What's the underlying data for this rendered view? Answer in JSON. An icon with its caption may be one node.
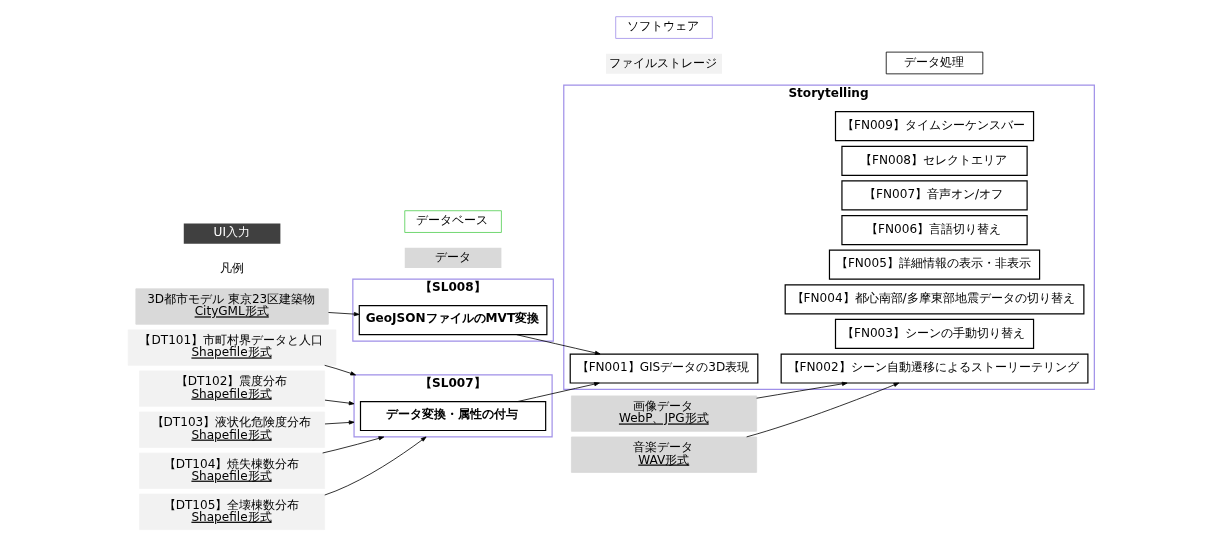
{
  "diagram": {
    "nodes": [
      {
        "text": [
          "【DT101】市町村界データと人口",
          "Shapefile形式"
        ]
      },
      {
        "text": [
          "【DT102】震度分布",
          "Shapefile形式"
        ]
      },
      {
        "text": [
          "【DT103】液状化危険度分布",
          "Shapefile形式"
        ]
      },
      {
        "text": [
          "【DT104】焼失棟数分布",
          "Shapefile形式"
        ]
      },
      {
        "text": [
          "【DT105】全壊棟数分布",
          "Shapefile形式"
        ]
      },
      {
        "text": [
          "3D都市モデル 東京23区建築物",
          "CityGML形式"
        ]
      },
      {
        "text": [
          "【SL007】"
        ]
      },
      {
        "text": [
          "データ変換・属性の付与"
        ],
        "in": 6
      },
      {
        "text": [
          "【SL008】"
        ]
      },
      {
        "text": [
          "GeoJSONファイルのMVT変換"
        ],
        "in": 8
      },
      {
        "text": [
          "画像データ",
          "WebP、JPG形式"
        ]
      },
      {
        "text": [
          "音楽データ",
          "WAV形式"
        ]
      },
      {
        "text": [
          "Storytelling"
        ]
      },
      {
        "text": [
          "【FN001】GISデータの3D表現"
        ],
        "in": 12
      },
      {
        "text": [
          "【FN002】シーン自動遷移によるストーリーテリング"
        ],
        "in": 12
      },
      {
        "text": [
          "【FN003】シーンの手動切り替え"
        ],
        "in": 12
      },
      {
        "text": [
          "【FN004】都心南部/多摩東部地震データの切り替え"
        ],
        "in": 12
      },
      {
        "text": [
          "【FN005】詳細情報の表示・非表示"
        ],
        "in": 12
      },
      {
        "text": [
          "【FN006】言語切り替え"
        ],
        "in": 12
      },
      {
        "text": [
          "【FN007】音声オン/オフ"
        ],
        "in": 12
      },
      {
        "text": [
          "【FN008】セレクトエリア"
        ],
        "in": 12
      },
      {
        "text": [
          "【FN009】タイムシーケンスバー"
        ],
        "in": 12
      }
    ],
    "edges": [
      {
        "from": 0,
        "to": 6,
        "arrow": "to"
      },
      {
        "from": 1,
        "to": 6,
        "arrow": "to"
      },
      {
        "from": 2,
        "to": 6,
        "arrow": "to"
      },
      {
        "from": 3,
        "to": 6,
        "arrow": "to"
      },
      {
        "from": 4,
        "to": 6,
        "arrow": "to"
      },
      {
        "from": 5,
        "to": 9,
        "arrow": "to"
      },
      {
        "from": 7,
        "to": 13,
        "arrow": "to"
      },
      {
        "from": 9,
        "to": 13,
        "arrow": "to"
      },
      {
        "from": 10,
        "to": 14,
        "arrow": "to"
      },
      {
        "from": 11,
        "to": 14,
        "arrow": "to"
      }
    ],
    "labels": [
      "凡例"
    ],
    "legend": [
      {
        "text": "UI入力",
        "color": "#404040"
      },
      {
        "text": "データ",
        "color": "#d9d9d9"
      },
      {
        "text": "データベース"
      },
      {
        "text": "ファイルストレージ",
        "color": "#f2f2f2"
      },
      {
        "text": "ソフトウェア"
      },
      {
        "text": "データ処理"
      }
    ]
  }
}
